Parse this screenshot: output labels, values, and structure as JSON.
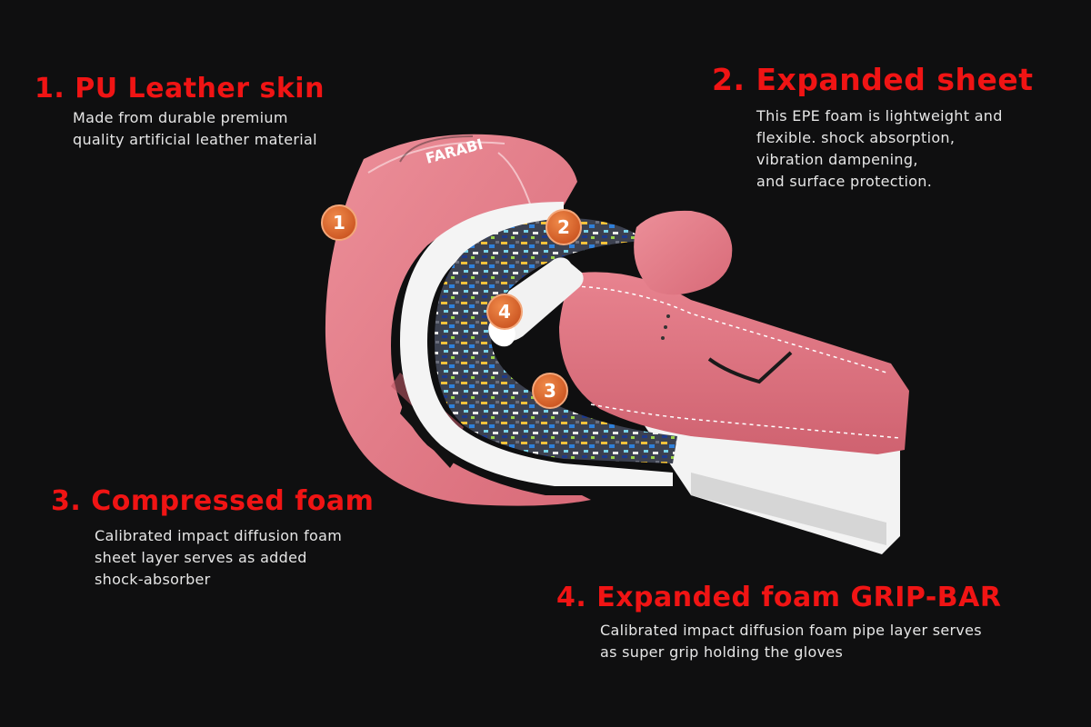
{
  "brand": "FARABI",
  "colors": {
    "background": "#0f0f10",
    "heading": "#f01414",
    "body_text": "#e6e6e6",
    "glove_pink": "#e27b87",
    "badge": "#e06a30"
  },
  "layers": [
    {
      "badge": "1",
      "title": "1. PU Leather skin",
      "lines": [
        "Made from durable premium",
        "quality artificial leather material"
      ]
    },
    {
      "badge": "2",
      "title": "2. Expanded sheet",
      "lines": [
        "This EPE foam is lightweight and",
        "flexible. shock absorption,",
        "vibration dampening,",
        "and surface protection."
      ]
    },
    {
      "badge": "3",
      "title": "3. Compressed foam",
      "lines": [
        "Calibrated impact diffusion foam",
        "sheet layer serves as added",
        "shock-absorber"
      ]
    },
    {
      "badge": "4",
      "title": "4. Expanded foam GRIP-BAR",
      "lines": [
        "Calibrated impact diffusion foam pipe layer serves",
        "as super grip holding the gloves"
      ]
    }
  ]
}
